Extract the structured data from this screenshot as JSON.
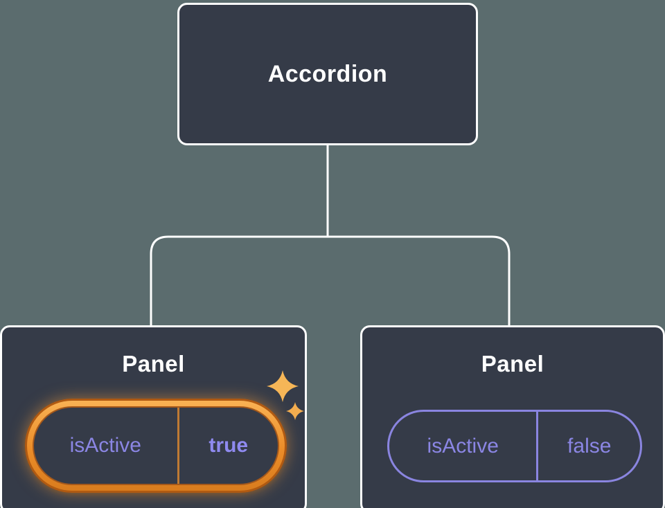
{
  "tree": {
    "root": {
      "label": "Accordion"
    },
    "children": [
      {
        "label": "Panel",
        "highlighted": true,
        "prop": {
          "name": "isActive",
          "value": "true"
        }
      },
      {
        "label": "Panel",
        "highlighted": false,
        "prop": {
          "name": "isActive",
          "value": "false"
        }
      }
    ]
  },
  "icons": [
    {
      "name": "sparkle-icon-large"
    },
    {
      "name": "sparkle-icon-small"
    }
  ],
  "colors": {
    "background": "#5b6c6e",
    "node_fill": "#353b48",
    "node_border": "#ffffff",
    "purple": "#8a85e0",
    "orange_ring": "#eb8c28",
    "orange_edge": "#b05a12",
    "sparkle": "#f3ad4f"
  }
}
